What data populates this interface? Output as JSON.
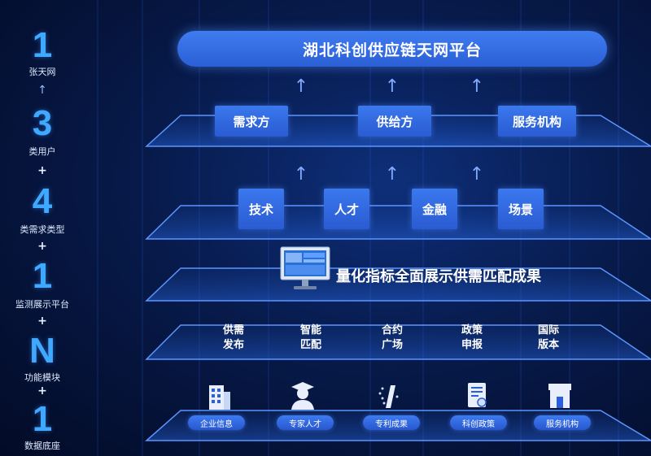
{
  "left_column": {
    "items": [
      {
        "number": "1",
        "label": "张天网"
      },
      {
        "number": "3",
        "label": "类用户"
      },
      {
        "number": "4",
        "label": "类需求类型"
      },
      {
        "number": "1",
        "label": "监测展示平台"
      },
      {
        "number": "N",
        "label": "功能模块"
      },
      {
        "number": "1",
        "label": "数据底座"
      }
    ],
    "separators": [
      "+",
      "+",
      "+",
      "+"
    ],
    "arrow_symbol": "↑"
  },
  "platform_title": "湖北科创供应链天网平台",
  "users": [
    "需求方",
    "供给方",
    "服务机构"
  ],
  "demand_types": [
    "技术",
    "人才",
    "金融",
    "场景"
  ],
  "monitor_headline": "量化指标全面展示供需匹配成果",
  "modules": [
    {
      "line1": "供需",
      "line2": "发布"
    },
    {
      "line1": "智能",
      "line2": "匹配"
    },
    {
      "line1": "合约",
      "line2": "广场"
    },
    {
      "line1": "政策",
      "line2": "申报"
    },
    {
      "line1": "国际",
      "line2": "版本"
    }
  ],
  "data_base": [
    {
      "label": "企业信息",
      "icon": "building-icon"
    },
    {
      "label": "专家人才",
      "icon": "expert-person-icon"
    },
    {
      "label": "专利成果",
      "icon": "patent-idea-icon"
    },
    {
      "label": "科创政策",
      "icon": "policy-document-icon"
    },
    {
      "label": "服务机构",
      "icon": "service-shop-icon"
    }
  ],
  "colors": {
    "accent": "#3fa8ff",
    "box": "#2f68e0",
    "platform_edge": "#4f8cff"
  }
}
